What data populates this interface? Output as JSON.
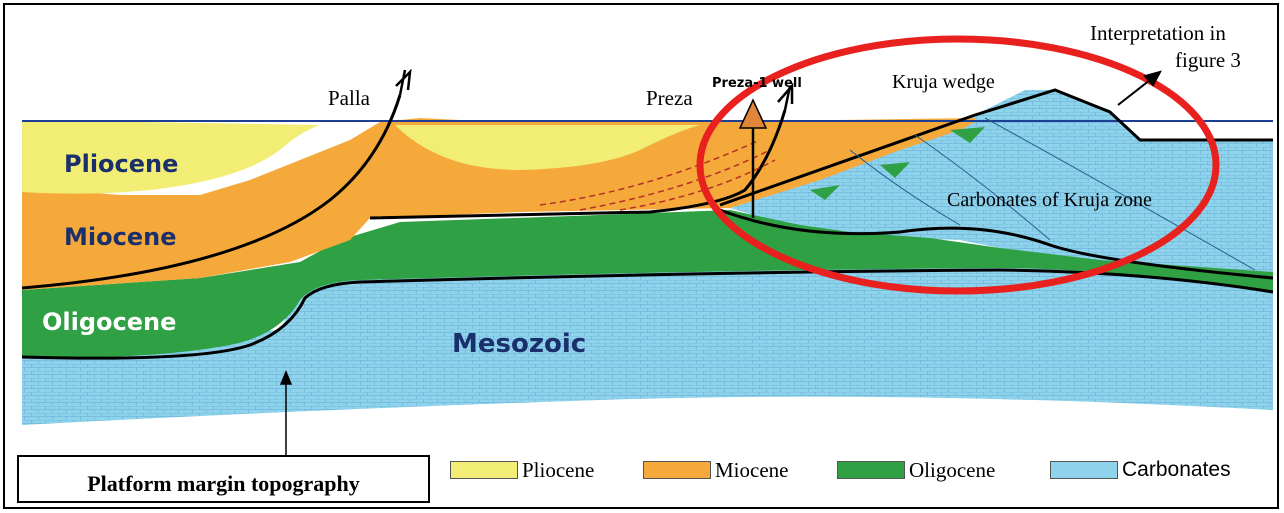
{
  "labels": {
    "palla": "Palla",
    "preza": "Preza",
    "preza_well": "Prezа-1 well",
    "kruja_wedge": "Kruja wedge",
    "interpretation_line1": "Interpretation in",
    "interpretation_line2": "figure 3",
    "carbonates_kruja": "Carbonates of Kruja zone",
    "pliocene": "Pliocene",
    "miocene": "Miocene",
    "oligocene": "Oligocene",
    "mesozoic": "Mesozoic",
    "platform_margin": "Platform margin topography"
  },
  "legend": [
    {
      "label": "Pliocene",
      "color": "#f2ee75"
    },
    {
      "label": "Miocene",
      "color": "#f5a93a"
    },
    {
      "label": "Oligocene",
      "color": "#2fa043"
    },
    {
      "label": "Carbonates",
      "color": "#8fd2ec"
    }
  ],
  "colors": {
    "pliocene": "#f2ee75",
    "miocene": "#f5a93a",
    "oligocene": "#2fa043",
    "carbonates": "#8fd2ec",
    "highlight_ellipse": "#e8211e",
    "well_arrow": "#e0863a",
    "stage_label": "#1b2f6b"
  }
}
